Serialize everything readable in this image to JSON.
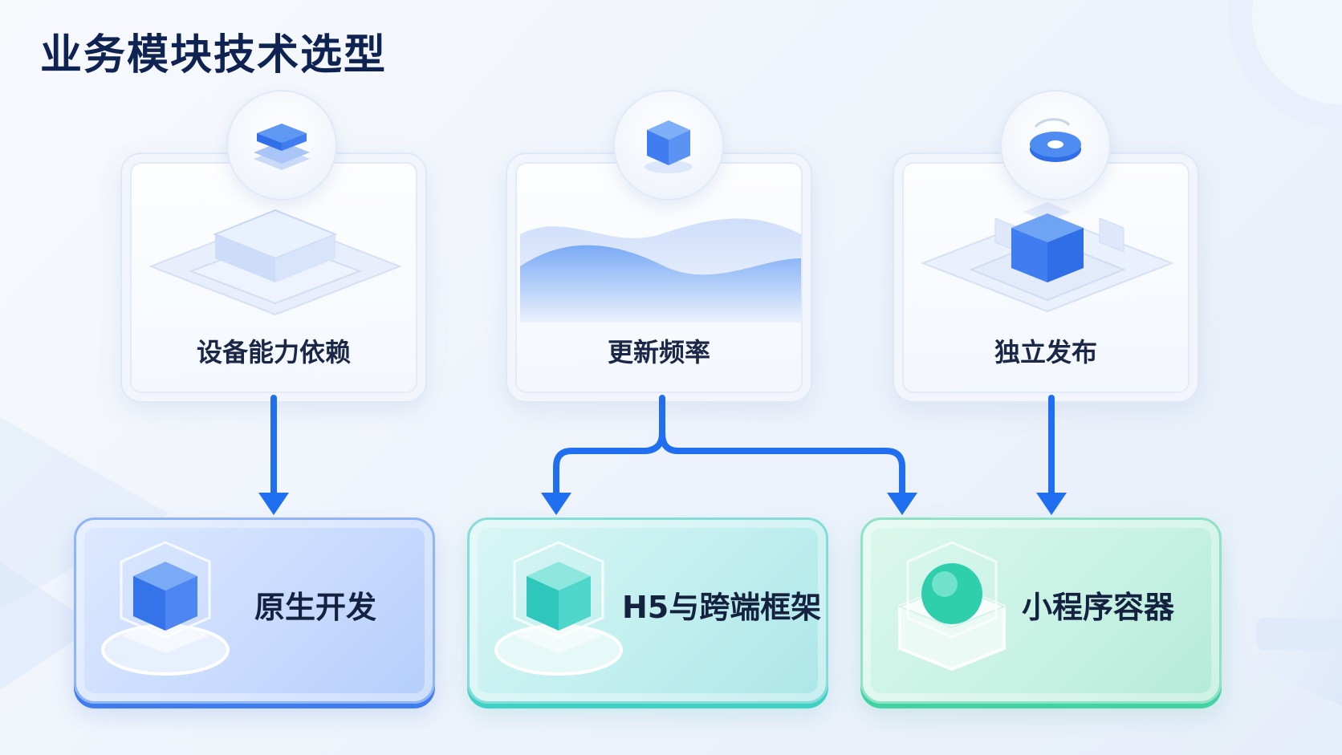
{
  "title": "业务模块技术选型",
  "factors": [
    {
      "label": "设备能力依赖",
      "icon": "stacked-layers-icon"
    },
    {
      "label": "更新频率",
      "icon": "cube-icon"
    },
    {
      "label": "独立发布",
      "icon": "ring-disc-icon"
    }
  ],
  "solutions": [
    {
      "label": "原生开发",
      "icon": "blue-cube-icon",
      "color": "#3f7cf0"
    },
    {
      "label": "H5与跨端框架",
      "icon": "teal-cube-icon",
      "color": "#3fd0c6"
    },
    {
      "label": "小程序容器",
      "icon": "green-orb-icon",
      "color": "#41d3a4"
    }
  ],
  "colors": {
    "arrow": "#1f6ff0",
    "title": "#0f2352",
    "blue_card": "#3f7cf0",
    "teal_card": "#3fd0c6",
    "green_card": "#41d3a4"
  }
}
